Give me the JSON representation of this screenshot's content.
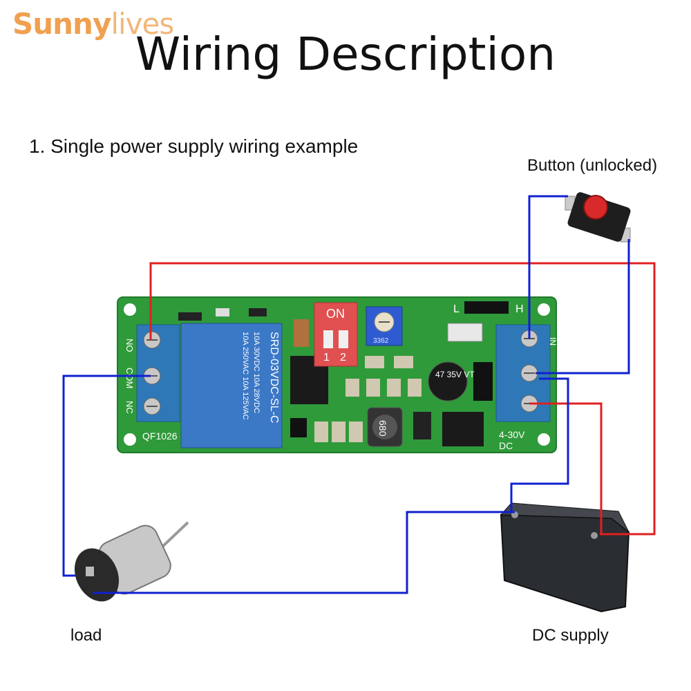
{
  "brand": {
    "part1": "Sunny",
    "part2": "lives"
  },
  "title": "Wiring Description",
  "subtitle": "1. Single power supply wiring example",
  "labels": {
    "button": "Button (unlocked)",
    "load": "load",
    "dc_supply": "DC supply"
  },
  "board": {
    "model": "QF1026",
    "relay_line1": "SRD-03VDC-SL-C",
    "relay_line2": "10A 250VAC 10A 125VAC",
    "relay_line3": "10A 30VDC 10A 28VDC",
    "terminal_left": [
      "NO",
      "COM",
      "NC"
    ],
    "voltage": "4-30V",
    "dc": "DC",
    "in": "IN",
    "dip_on": "ON",
    "dip_1": "1",
    "dip_2": "2",
    "jumper_l": "L",
    "jumper_h": "H",
    "cap": "47 35V VT",
    "inductor": "680",
    "pot": "3362"
  },
  "colors": {
    "positive_wire": "#e02020",
    "negative_wire": "#1020d0",
    "pcb": "#2f9a3a",
    "terminal": "#2f78b8"
  }
}
